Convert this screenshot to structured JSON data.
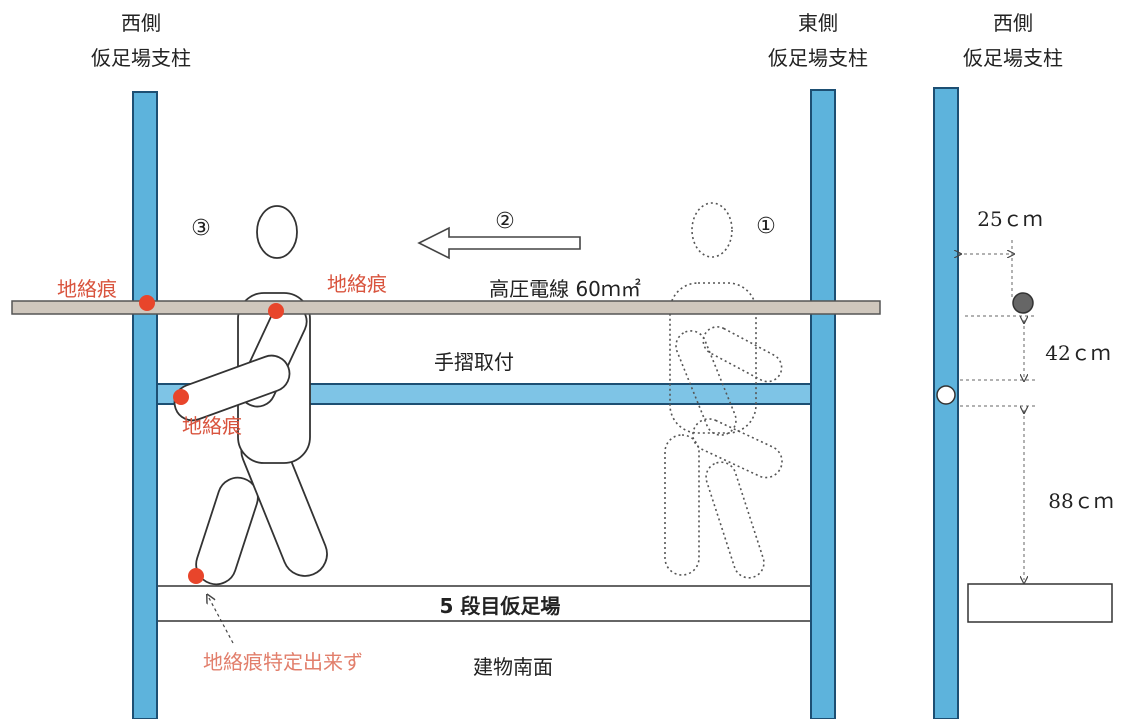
{
  "colors": {
    "pole_fill": "#5db3dc",
    "pole_stroke": "#1d4f73",
    "handrail_fill": "#7ec4e6",
    "mark_red": "#e8452b",
    "label_red": "#d9543e",
    "label_pink": "#e27f6c",
    "wire_fill": "#cfc7bd",
    "wire_stroke": "#555555"
  },
  "poles": {
    "west_label_line1": "西側",
    "west_label_line2": "仮足場支柱",
    "east_label_line1": "東側",
    "east_label_line2": "仮足場支柱",
    "side_label_line1": "西側",
    "side_label_line2": "仮足場支柱"
  },
  "markers": {
    "step1": "①",
    "step2": "②",
    "step3": "③"
  },
  "labels": {
    "wire": "高圧電線 60ｍ㎡",
    "handrail": "手摺取付",
    "scaffold": "5 段目仮足場",
    "building": "建物南面",
    "ground_mark_left": "地絡痕",
    "ground_mark_center": "地絡痕",
    "ground_mark_handrail": "地絡痕",
    "ground_mark_unknown": "地絡痕特定出来ず"
  },
  "side_view": {
    "horizontal_dim": "25ｃｍ",
    "upper_vertical_dim": "42ｃｍ",
    "lower_vertical_dim": "88ｃｍ"
  }
}
